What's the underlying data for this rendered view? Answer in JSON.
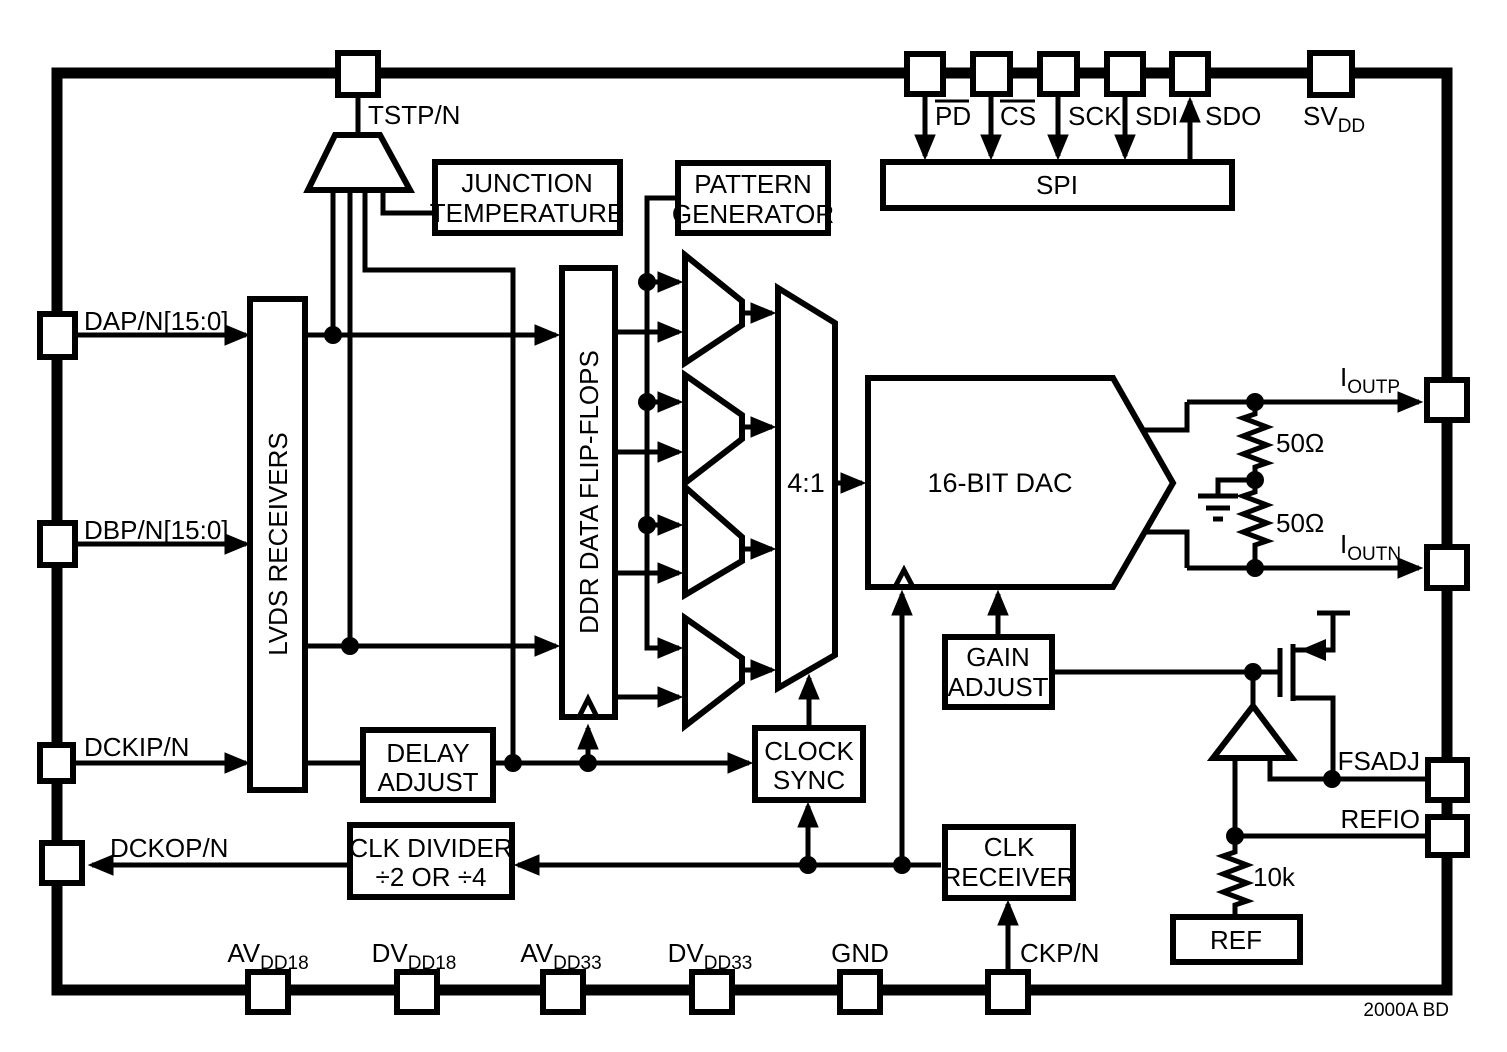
{
  "blocks": {
    "junction_temperature": {
      "line1": "JUNCTION",
      "line2": "TEMPERATURE"
    },
    "pattern_generator": {
      "line1": "PATTERN",
      "line2": "GENERATOR"
    },
    "spi": {
      "label": "SPI"
    },
    "lvds_receivers": {
      "label": "LVDS RECEIVERS"
    },
    "ddr_flip_flops": {
      "label": "DDR DATA FLIP-FLOPS"
    },
    "delay_adjust": {
      "line1": "DELAY",
      "line2": "ADJUST"
    },
    "clk_divider": {
      "line1": "CLK DIVIDER",
      "line2": "÷2 OR ÷4"
    },
    "clock_sync": {
      "line1": "CLOCK",
      "line2": "SYNC"
    },
    "clk_receiver": {
      "line1": "CLK",
      "line2": "RECEIVER"
    },
    "gain_adjust": {
      "line1": "GAIN",
      "line2": "ADJUST"
    },
    "dac": {
      "label": "16-BIT DAC"
    },
    "mux": {
      "label": "4:1"
    },
    "ref": {
      "label": "REF"
    }
  },
  "pins": {
    "tstp": "TSTP/N",
    "pd": "PD",
    "cs": "CS",
    "sck": "SCK",
    "sdi": "SDI",
    "sdo": "SDO",
    "svdd": {
      "main": "SV",
      "sub": "DD"
    },
    "dap": "DAP/N[15:0]",
    "dbp": "DBP/N[15:0]",
    "dckip": "DCKIP/N",
    "dckop": "DCKOP/N",
    "ioutp": {
      "main": "I",
      "sub": "OUTP"
    },
    "ioutn": {
      "main": "I",
      "sub": "OUTN"
    },
    "fsadj": "FSADJ",
    "refio": "REFIO",
    "avdd18": {
      "main": "AV",
      "sub": "DD18"
    },
    "dvdd18": {
      "main": "DV",
      "sub": "DD18"
    },
    "avdd33": {
      "main": "AV",
      "sub": "DD33"
    },
    "dvdd33": {
      "main": "DV",
      "sub": "DD33"
    },
    "gnd": "GND",
    "ckpn": "CKP/N"
  },
  "components": {
    "r_out_top": "50Ω",
    "r_out_bottom": "50Ω",
    "r_ref": "10k"
  },
  "footer": {
    "note": "2000A BD"
  },
  "colors": {
    "ink": "#000000",
    "background": "#ffffff"
  }
}
